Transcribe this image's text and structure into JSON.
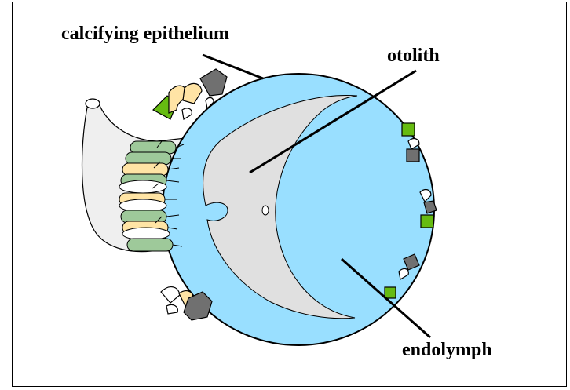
{
  "labels": {
    "calcifying_epithelium": "calcifying epithelium",
    "otolith": "otolith",
    "endolymph": "endolymph"
  },
  "colors": {
    "endolymph_fill": "#99dfff",
    "otolith_fill": "#e0e0e0",
    "sac_fill": "#efefef",
    "cell_green": "#9ec99a",
    "cell_cream": "#ffe4a5",
    "lime": "#66bb11",
    "gray": "#707070",
    "stroke": "#000000"
  }
}
